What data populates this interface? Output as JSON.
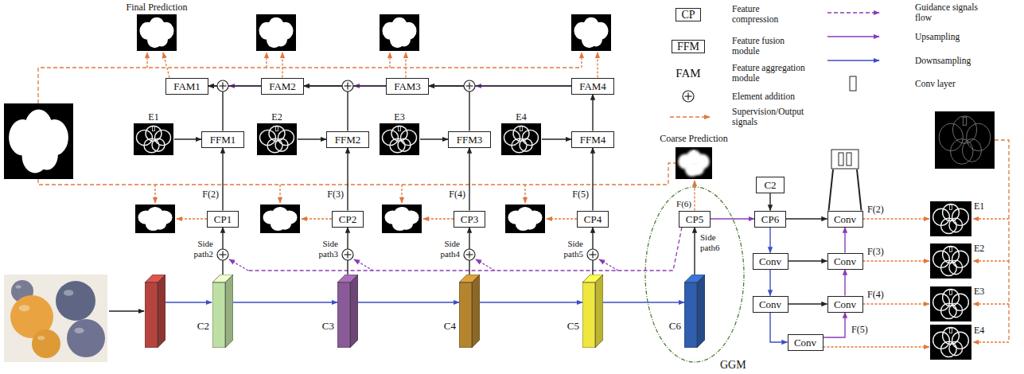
{
  "diagram": {
    "nodes": [
      {
        "text": [
          "FAM1"
        ]
      },
      {
        "text": [
          "FAM2"
        ]
      },
      {
        "text": [
          "FAM3"
        ]
      },
      {
        "text": [
          "FAM4"
        ]
      },
      {
        "text": [
          "FFM1"
        ]
      },
      {
        "text": [
          "FFM2"
        ]
      },
      {
        "text": [
          "FFM3"
        ]
      },
      {
        "text": [
          "FFM4"
        ]
      },
      {
        "text": [
          "CP1"
        ]
      },
      {
        "text": [
          "CP2"
        ]
      },
      {
        "text": [
          "CP3"
        ]
      },
      {
        "text": [
          "CP4"
        ]
      },
      {
        "text": [
          "C2"
        ]
      },
      {
        "text": [
          "CP5"
        ]
      },
      {
        "text": [
          "CP6"
        ]
      },
      {
        "text": [
          "Conv"
        ]
      },
      {
        "text": [
          "Conv"
        ]
      },
      {
        "text": [
          "Conv"
        ]
      },
      {
        "text": [
          "Conv"
        ]
      },
      {
        "text": [
          "Conv"
        ]
      },
      {
        "text": [
          "Conv"
        ]
      },
      {
        "text": [
          "C2"
        ]
      },
      {
        "text": [
          "C3"
        ]
      },
      {
        "text": [
          "C4"
        ]
      },
      {
        "text": [
          "C5"
        ]
      },
      {
        "text": [
          "C6"
        ]
      }
    ],
    "edges": [
      {
        "from": 1,
        "to": 0,
        "arrow": "to"
      },
      {
        "from": 4,
        "to": 0,
        "arrow": "to"
      },
      {
        "from": 2,
        "to": 1,
        "arrow": "to"
      },
      {
        "from": 5,
        "to": 1,
        "arrow": "to"
      },
      {
        "from": 3,
        "to": 2,
        "arrow": "to"
      },
      {
        "from": 6,
        "to": 2,
        "arrow": "to"
      },
      {
        "from": 7,
        "to": 3,
        "arrow": "to"
      },
      {
        "from": 8,
        "to": 4,
        "arrow": "to",
        "label": "F(2)"
      },
      {
        "from": 9,
        "to": 5,
        "arrow": "to",
        "label": "F(3)"
      },
      {
        "from": 10,
        "to": 6,
        "arrow": "to",
        "label": "F(4)"
      },
      {
        "from": 11,
        "to": 7,
        "arrow": "to",
        "label": "F(5)"
      },
      {
        "from": 21,
        "to": 8,
        "arrow": "to"
      },
      {
        "from": 22,
        "to": 9,
        "arrow": "to"
      },
      {
        "from": 23,
        "to": 10,
        "arrow": "to"
      },
      {
        "from": 24,
        "to": 11,
        "arrow": "to"
      },
      {
        "from": 25,
        "to": 13,
        "arrow": "to"
      },
      {
        "from": 21,
        "to": 22,
        "arrow": "to"
      },
      {
        "from": 22,
        "to": 23,
        "arrow": "to"
      },
      {
        "from": 23,
        "to": 24,
        "arrow": "to"
      },
      {
        "from": 24,
        "to": 25,
        "arrow": "to"
      },
      {
        "from": 12,
        "to": 14,
        "arrow": "to"
      },
      {
        "from": 13,
        "to": 14,
        "arrow": "to"
      },
      {
        "from": 14,
        "to": 15,
        "arrow": "to"
      },
      {
        "from": 14,
        "to": 16,
        "arrow": "to"
      },
      {
        "from": 16,
        "to": 17,
        "arrow": "to"
      },
      {
        "from": 16,
        "to": 18,
        "arrow": "to"
      },
      {
        "from": 18,
        "to": 19,
        "arrow": "to"
      },
      {
        "from": 18,
        "to": 20,
        "arrow": "to"
      },
      {
        "from": 20,
        "to": 19,
        "arrow": "to"
      },
      {
        "from": 19,
        "to": 17,
        "arrow": "to"
      },
      {
        "from": 17,
        "to": 15,
        "arrow": "to"
      }
    ],
    "labels": [
      "Final Prediction",
      "CP",
      "FFM",
      "FAM",
      "E1",
      "E2",
      "E3",
      "E4",
      "Coarse Prediction",
      "F(6)",
      "Side path2",
      "Side path3",
      "Side path4",
      "Side path5",
      "Side path6",
      "F(2)",
      "F(3)",
      "F(4)",
      "F(5)",
      "E1",
      "E2",
      "E3",
      "E4",
      "GGM"
    ],
    "legend": [
      {
        "text": "Feature compression"
      },
      {
        "text": "Feature fusion module"
      },
      {
        "text": "Feature aggregation module"
      },
      {
        "text": "Element addition"
      },
      {
        "text": "Supervision/Output signals"
      },
      {
        "text": "Guidance signals flow"
      },
      {
        "text": "Upsampling"
      },
      {
        "text": "Downsampling"
      },
      {
        "text": "Conv layer"
      }
    ]
  }
}
